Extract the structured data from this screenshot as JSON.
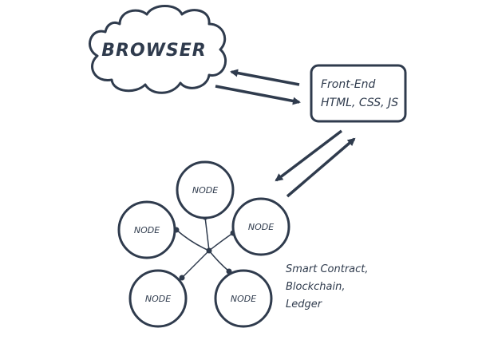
{
  "browser": {
    "label": "BROWSER"
  },
  "frontend": {
    "line1": "Front-End",
    "line2": "HTML, CSS, JS"
  },
  "nodes": [
    {
      "label": "NODE"
    },
    {
      "label": "NODE"
    },
    {
      "label": "NODE"
    },
    {
      "label": "NODE"
    },
    {
      "label": "NODE"
    }
  ],
  "caption": {
    "line1": "Smart Contract,",
    "line2": "Blockchain,",
    "line3": "Ledger"
  },
  "colors": {
    "ink": "#2f3b4d",
    "background": "#ffffff"
  }
}
